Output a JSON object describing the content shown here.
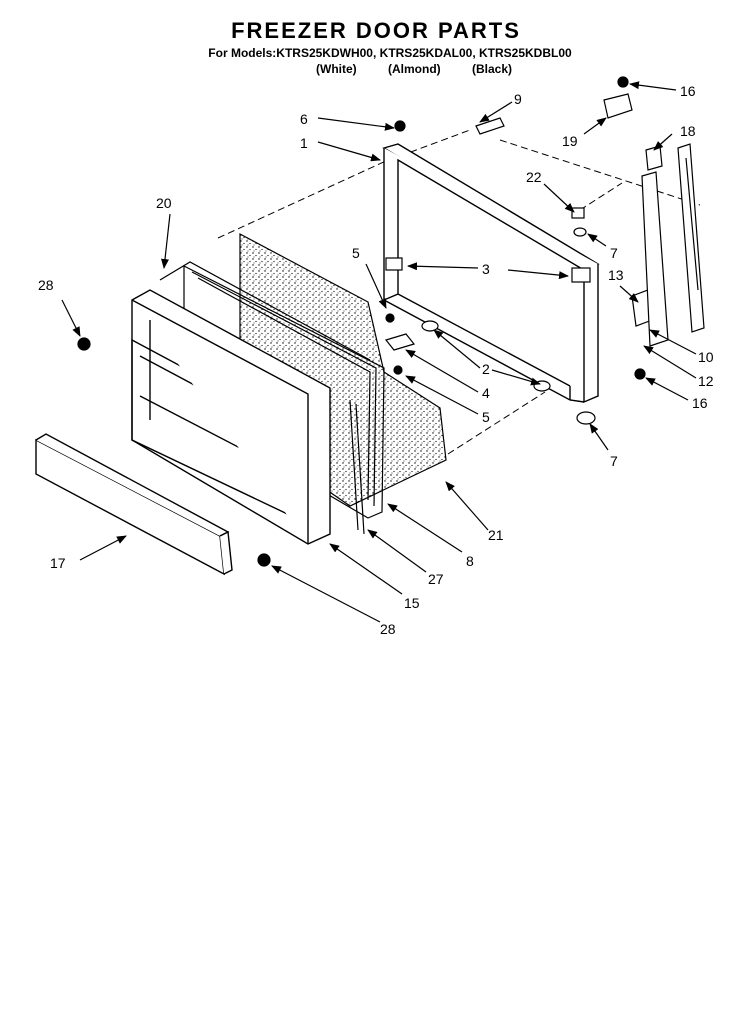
{
  "title": "FREEZER DOOR PARTS",
  "models_line": "For Models:KTRS25KDWH00, KTRS25KDAL00, KTRS25KDBL00",
  "variants": [
    "(White)",
    "(Almond)",
    "(Black)"
  ],
  "callouts": {
    "c1": "1",
    "c2": "2",
    "c3a": "3",
    "c3b": "3",
    "c4": "4",
    "c5a": "5",
    "c5b": "5",
    "c6": "6",
    "c7a": "7",
    "c7b": "7",
    "c8": "8",
    "c9": "9",
    "c10": "10",
    "c12": "12",
    "c13": "13",
    "c15": "15",
    "c16a": "16",
    "c16b": "16",
    "c17": "17",
    "c18": "18",
    "c19": "19",
    "c20": "20",
    "c21": "21",
    "c22": "22",
    "c27": "27",
    "c28a": "28",
    "c28b": "28"
  }
}
